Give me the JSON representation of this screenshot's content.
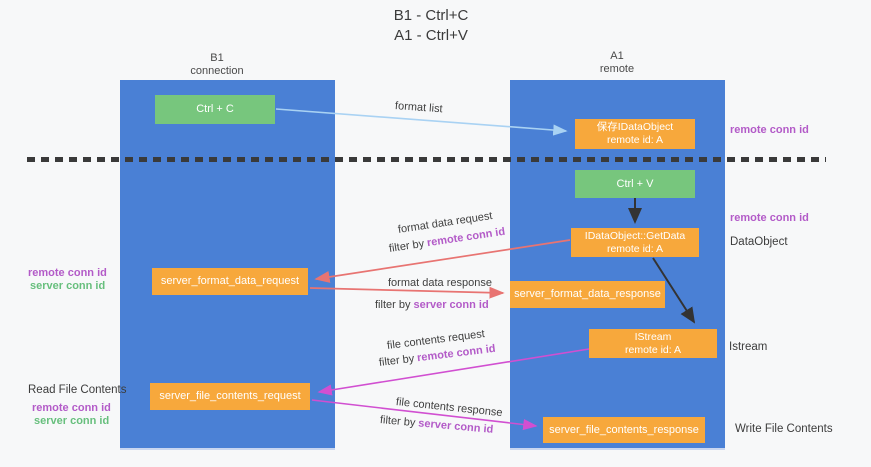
{
  "title": {
    "line1": "B1 - Ctrl+C",
    "line2": "A1 - Ctrl+V"
  },
  "columns": {
    "left": {
      "header_line1": "B1",
      "header_line2": "connection"
    },
    "right": {
      "header_line1": "A1",
      "header_line2": "remote"
    }
  },
  "nodes": {
    "ctrl_c": "Ctrl + C",
    "ctrl_v": "Ctrl + V",
    "save_dataobject_line1": "保存IDataObject",
    "save_dataobject_line2": "remote id: A",
    "getdata_line1": "IDataObject::GetData",
    "getdata_line2": "remote id: A",
    "istream_line1": "IStream",
    "istream_line2": "remote id: A",
    "server_format_data_request": "server_format_data_request",
    "server_format_data_response": "server_format_data_response",
    "server_file_contents_request": "server_file_contents_request",
    "server_file_contents_response": "server_file_contents_response"
  },
  "edge_labels": {
    "format_list": "format list",
    "format_data_request": "format data request",
    "format_data_response": "format data response",
    "file_contents_request": "file contents request",
    "file_contents_response": "file contents response",
    "filter_by": "filter by",
    "remote_conn_id": "remote conn id",
    "server_conn_id": "server conn id"
  },
  "side_labels": {
    "right_remote_conn_id_top": "remote conn id",
    "right_remote_conn_id_mid": "remote conn id",
    "right_dataobject": "DataObject",
    "right_istream": "Istream",
    "right_write_file_contents": "Write File Contents",
    "left_remote_conn_id_top": "remote conn id",
    "left_server_conn_id_top": "server conn id",
    "left_read_file_contents": "Read File Contents",
    "left_remote_conn_id_bottom": "remote conn id",
    "left_server_conn_id_bottom": "server conn id"
  },
  "colors": {
    "column_blue": "#4a80d5",
    "box_green": "#77c67d",
    "box_orange": "#f7a83c",
    "arrow_lightblue": "#a9d2f3",
    "arrow_red": "#e87472",
    "arrow_magenta": "#d14fd1",
    "arrow_black": "#333333",
    "label_purple": "#b35bc8",
    "label_green": "#67bf7d"
  }
}
